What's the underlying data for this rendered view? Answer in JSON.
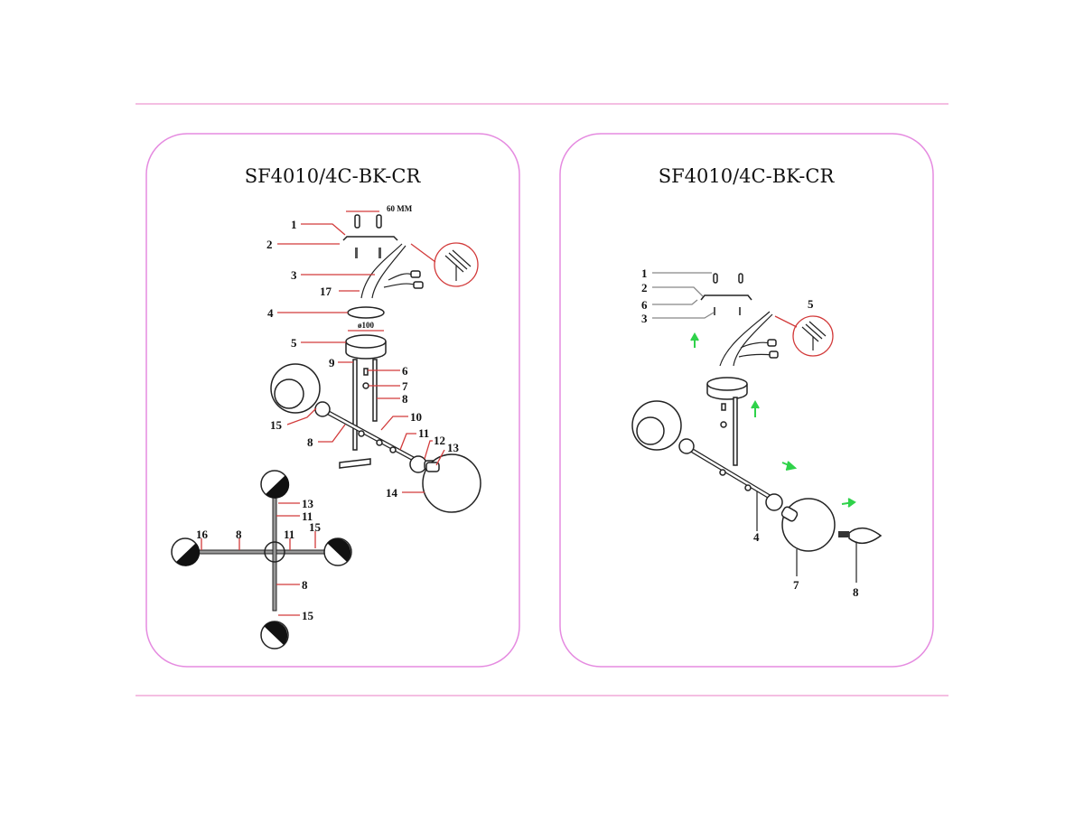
{
  "left_panel": {
    "title": "SF4010/4C-BK-CR",
    "dimension_spacing": "60 MM",
    "dimension_diameter": "ø100",
    "callouts": [
      "1",
      "2",
      "3",
      "17",
      "4",
      "5",
      "9",
      "6",
      "7",
      "8",
      "10",
      "15",
      "8",
      "11",
      "12",
      "13",
      "14"
    ],
    "top_view_callouts": [
      "13",
      "11",
      "16",
      "8",
      "11",
      "15",
      "8",
      "15"
    ]
  },
  "right_panel": {
    "title": "SF4010/4C-BK-CR",
    "callouts": [
      "1",
      "2",
      "6",
      "3",
      "5",
      "4",
      "7",
      "8"
    ]
  },
  "colors": {
    "frame": "#e58be0",
    "rule": "#f0a8d8",
    "leader": "#d23a3a",
    "arrow": "#2fd24a"
  }
}
